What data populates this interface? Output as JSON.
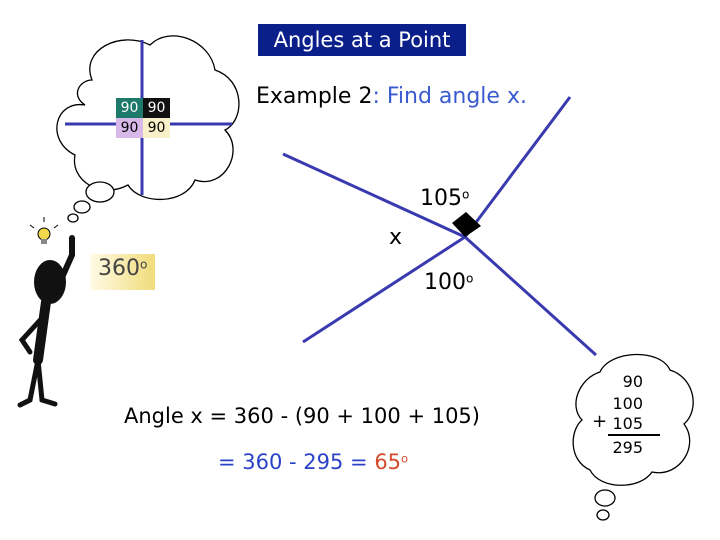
{
  "title": "Angles at a Point",
  "example": {
    "prefix": "Example 2",
    "colon": ":",
    "task": " Find angle x."
  },
  "thought_grid": [
    "90",
    "90",
    "90",
    "90"
  ],
  "thought_total": {
    "value": "360",
    "degree": "o"
  },
  "angles": {
    "a": {
      "value": "105",
      "degree": "o"
    },
    "b": {
      "value": "100",
      "degree": "o"
    },
    "x": "x"
  },
  "equation": {
    "line1": "Angle x = 360 - (90 + 100 + 105)",
    "line2": "= 360 - 295 = ",
    "answer": "65",
    "answer_degree": "o"
  },
  "sum_bubble": {
    "rows": [
      "90",
      "100",
      "105"
    ],
    "plus": "+",
    "total": "295"
  },
  "colors": {
    "title_bg": "#0a1f8a",
    "lines": "#3a3ab0",
    "accent": "#3a5bd0",
    "answer": "#d24a2a"
  }
}
